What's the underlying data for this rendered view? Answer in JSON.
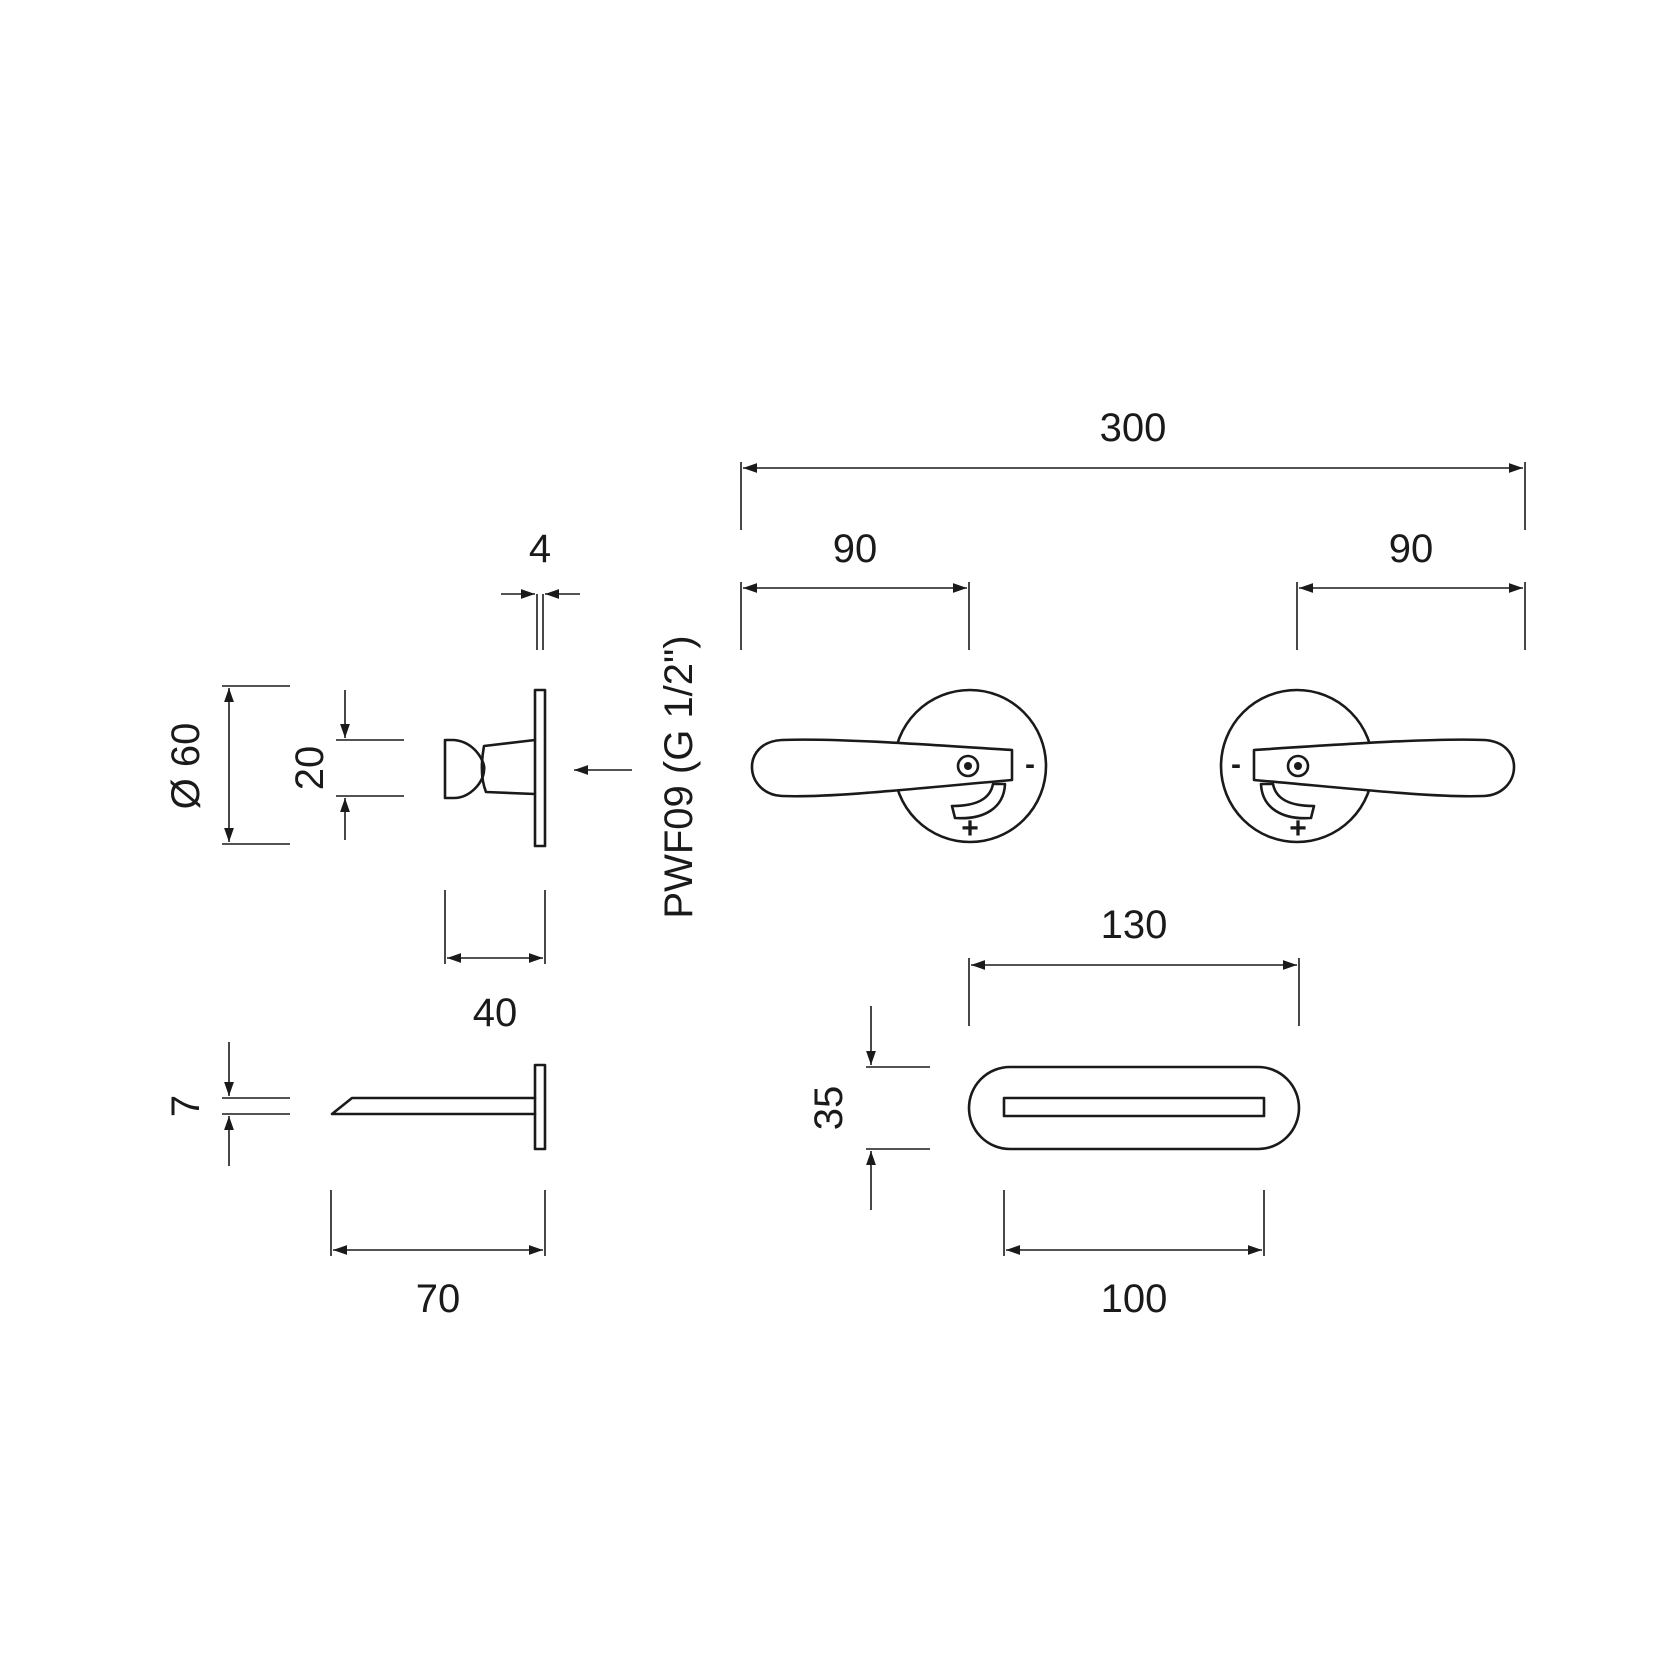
{
  "dimensions": {
    "overall_width": "300",
    "handle_left_span": "90",
    "handle_right_span": "90",
    "flange_thickness": "4",
    "flange_diameter": "Ø 60",
    "cap_height": "20",
    "handle_depth": "40",
    "spout_thickness": "7",
    "spout_projection": "70",
    "spout_plate_width": "130",
    "spout_plate_height": "35",
    "spout_outlet_width": "100"
  },
  "callout": {
    "code": "PWF09 (G 1/2\")"
  },
  "handle_symbols": {
    "minus": "-",
    "plus": "+"
  },
  "colors": {
    "line": "#1a1a1a",
    "background": "#ffffff"
  }
}
